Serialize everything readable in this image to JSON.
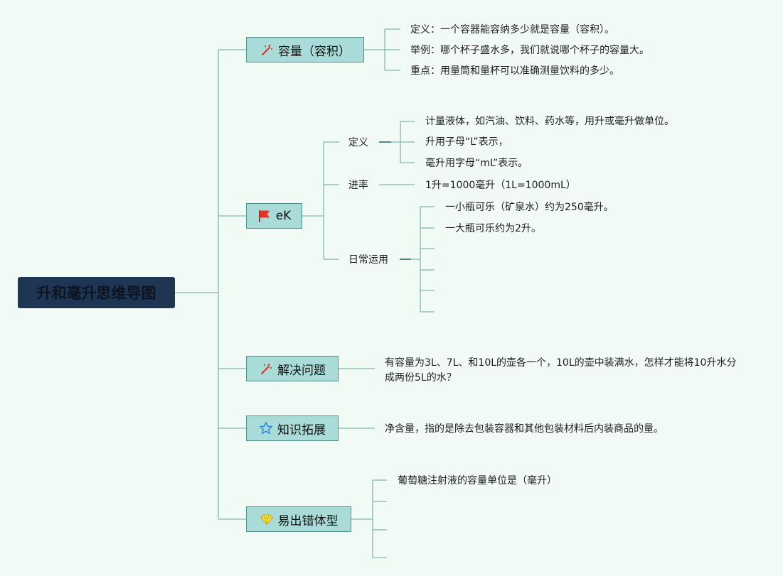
{
  "root": {
    "title": "升和毫升思维导图"
  },
  "branches": {
    "capacity": {
      "label": "容量（容积）",
      "icon": "magic-wand-icon",
      "items": [
        "定义：一个容器能容纳多少就是容量（容积）。",
        "举例：哪个杯子盛水多，我们就说哪个杯子的容量大。",
        "重点：用量筒和量杯可以准确测量饮料的多少。"
      ]
    },
    "ek": {
      "label": "eK",
      "icon": "red-flag-icon",
      "definition": {
        "label": "定义",
        "items": [
          "计量液体，如汽油、饮料、药水等，用升或毫升做单位。",
          "升用子母“L”表示，",
          "毫升用字母“mL”表示。"
        ]
      },
      "rate": {
        "label": "进率",
        "items": [
          "1升=1000毫升（1L=1000mL）"
        ]
      },
      "daily": {
        "label": "日常运用",
        "items": [
          "一小瓶可乐（矿泉水）约为250毫升。",
          "一大瓶可乐约为2升。"
        ]
      }
    },
    "solve": {
      "label": "解决问题",
      "icon": "magic-wand-icon",
      "text": "有容量为3L、7L、和10L的壶各一个，10L的壶中装满水，怎样才能将10升水分成两份5L的水？"
    },
    "extend": {
      "label": "知识拓展",
      "icon": "star-outline-icon",
      "text": "净含量，指的是除去包装容器和其他包装材料后内装商品的量。"
    },
    "mistake": {
      "label": "易出错体型",
      "icon": "gem-icon",
      "items": [
        "葡萄糖注射液的容量单位是（毫升）"
      ]
    }
  },
  "colors": {
    "background": "#f1faf4",
    "root": "#1f3554",
    "branch_fill": "#a9dcd9",
    "branch_border": "#4f8f88",
    "connector": "#7fb8ae"
  }
}
